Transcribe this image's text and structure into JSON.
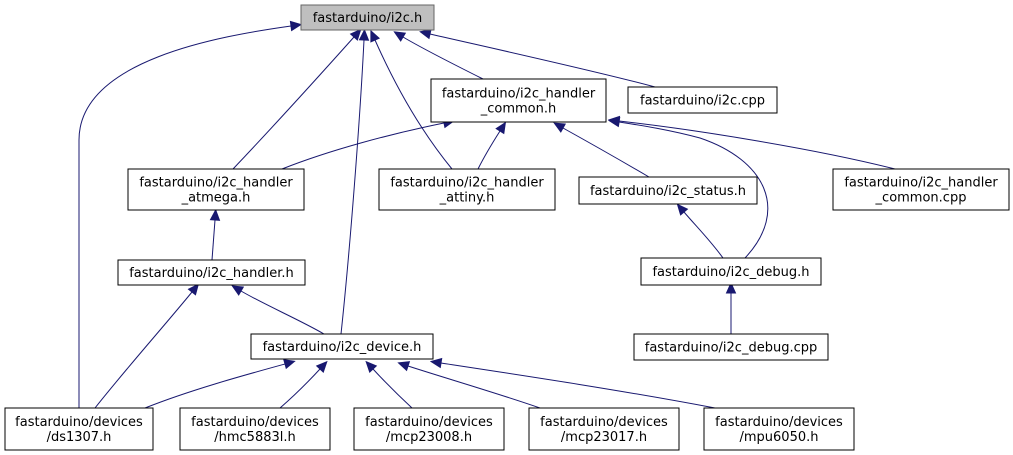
{
  "graph": {
    "title": "fastarduino/i2c.h",
    "colors": {
      "edge": "#191970",
      "root_fill": "#bfbfbf",
      "node_fill": "#ffffff",
      "border": "#000000"
    },
    "nodes": [
      {
        "id": "i2c_h",
        "lines": [
          "fastarduino/i2c.h"
        ],
        "root": true
      },
      {
        "id": "common_h",
        "lines": [
          "fastarduino/i2c_handler",
          "_common.h"
        ]
      },
      {
        "id": "i2c_cpp",
        "lines": [
          "fastarduino/i2c.cpp"
        ]
      },
      {
        "id": "atmega_h",
        "lines": [
          "fastarduino/i2c_handler",
          "_atmega.h"
        ]
      },
      {
        "id": "attiny_h",
        "lines": [
          "fastarduino/i2c_handler",
          "_attiny.h"
        ]
      },
      {
        "id": "status_h",
        "lines": [
          "fastarduino/i2c_status.h"
        ]
      },
      {
        "id": "common_cpp",
        "lines": [
          "fastarduino/i2c_handler",
          "_common.cpp"
        ]
      },
      {
        "id": "handler_h",
        "lines": [
          "fastarduino/i2c_handler.h"
        ]
      },
      {
        "id": "debug_h",
        "lines": [
          "fastarduino/i2c_debug.h"
        ]
      },
      {
        "id": "device_h",
        "lines": [
          "fastarduino/i2c_device.h"
        ]
      },
      {
        "id": "debug_cpp",
        "lines": [
          "fastarduino/i2c_debug.cpp"
        ]
      },
      {
        "id": "ds1307",
        "lines": [
          "fastarduino/devices",
          "/ds1307.h"
        ]
      },
      {
        "id": "hmc5883l",
        "lines": [
          "fastarduino/devices",
          "/hmc5883l.h"
        ]
      },
      {
        "id": "mcp23008",
        "lines": [
          "fastarduino/devices",
          "/mcp23008.h"
        ]
      },
      {
        "id": "mcp23017",
        "lines": [
          "fastarduino/devices",
          "/mcp23017.h"
        ]
      },
      {
        "id": "mpu6050",
        "lines": [
          "fastarduino/devices",
          "/mpu6050.h"
        ]
      }
    ],
    "edges": [
      [
        "ds1307",
        "i2c_h"
      ],
      [
        "atmega_h",
        "i2c_h"
      ],
      [
        "device_h",
        "i2c_h"
      ],
      [
        "attiny_h",
        "i2c_h"
      ],
      [
        "common_h",
        "i2c_h"
      ],
      [
        "i2c_cpp",
        "i2c_h"
      ],
      [
        "atmega_h",
        "common_h"
      ],
      [
        "attiny_h",
        "common_h"
      ],
      [
        "status_h",
        "common_h"
      ],
      [
        "debug_h",
        "common_h"
      ],
      [
        "common_cpp",
        "common_h"
      ],
      [
        "handler_h",
        "atmega_h"
      ],
      [
        "ds1307",
        "handler_h"
      ],
      [
        "device_h",
        "handler_h"
      ],
      [
        "debug_h",
        "status_h"
      ],
      [
        "debug_cpp",
        "debug_h"
      ],
      [
        "ds1307",
        "device_h"
      ],
      [
        "hmc5883l",
        "device_h"
      ],
      [
        "mcp23008",
        "device_h"
      ],
      [
        "mcp23017",
        "device_h"
      ],
      [
        "mpu6050",
        "device_h"
      ]
    ]
  }
}
